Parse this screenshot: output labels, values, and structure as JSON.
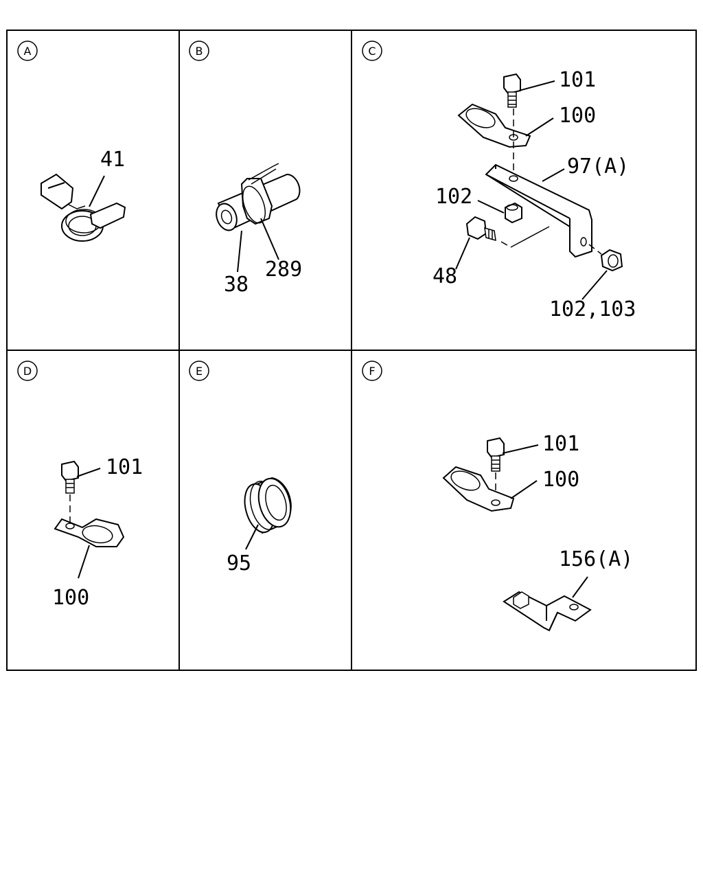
{
  "panels": [
    {
      "letter": "A",
      "callouts": [
        "41"
      ]
    },
    {
      "letter": "B",
      "callouts": [
        "38",
        "289"
      ]
    },
    {
      "letter": "C",
      "callouts": [
        "101",
        "100",
        "97(A)",
        "102",
        "48",
        "102,103"
      ]
    },
    {
      "letter": "D",
      "callouts": [
        "101",
        "100"
      ]
    },
    {
      "letter": "E",
      "callouts": [
        "95"
      ]
    },
    {
      "letter": "F",
      "callouts": [
        "101",
        "100",
        "156(A)"
      ]
    }
  ]
}
